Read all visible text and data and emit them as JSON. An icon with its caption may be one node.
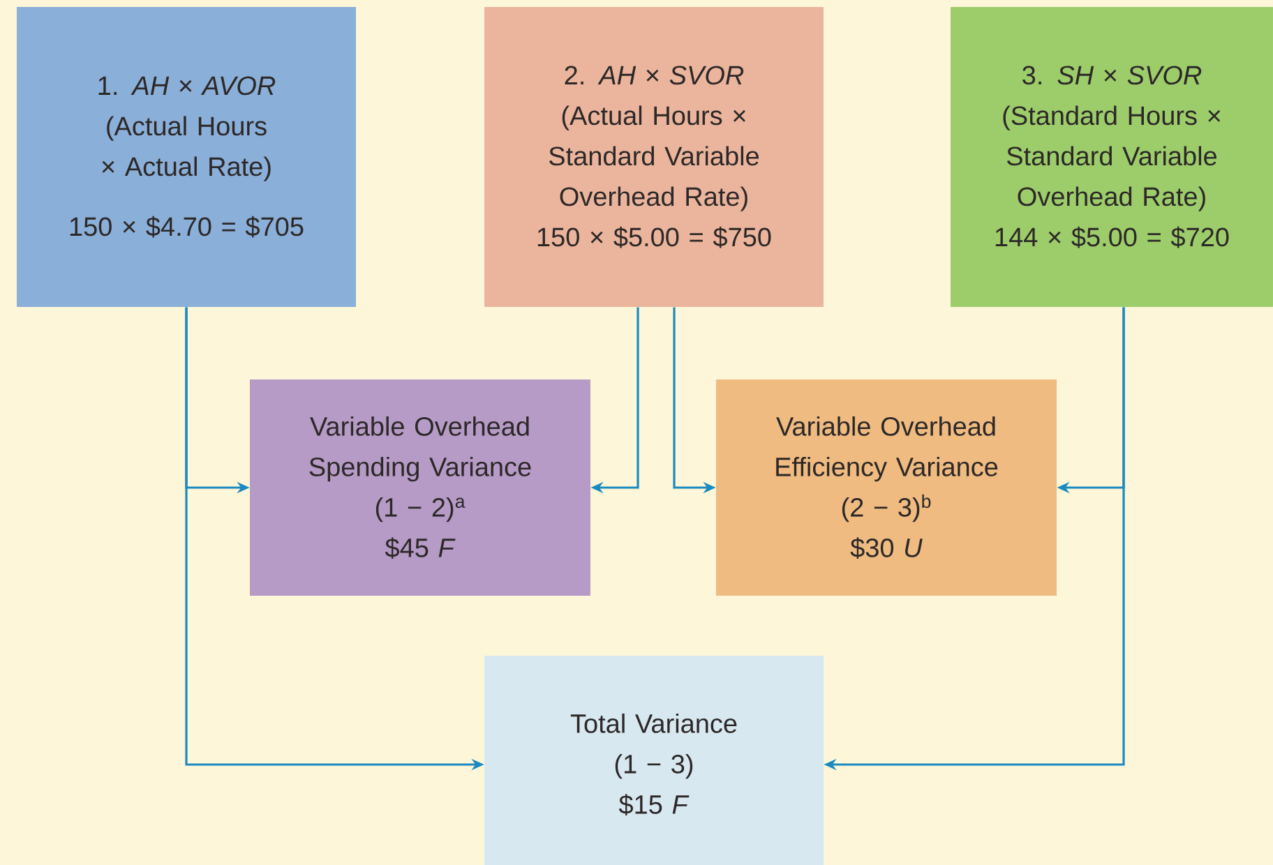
{
  "diagram": {
    "nodes": [
      {
        "text": [
          "1. *AH* × *AVOR*",
          "(Actual Hours × Actual Rate)",
          "150 × $4.70 = $705"
        ]
      },
      {
        "text": [
          "2. *AH* × *SVOR*",
          "(Actual Hours × Standard Variable Overhead Rate)",
          "150 × $5.00 = $750"
        ]
      },
      {
        "text": [
          "3. *SH* × *SVOR*",
          "(Standard Hours × Standard Variable Overhead Rate)",
          "144 × $5.00 = $720"
        ]
      },
      {
        "text": [
          "Variable Overhead Spending Variance",
          "(1 − 2)$^{a}$",
          "$45 *F*"
        ]
      },
      {
        "text": [
          "Variable Overhead Efficiency Variance",
          "(2 − 3)$^{b}$",
          "$30 *U*"
        ]
      },
      {
        "text": [
          "Total Variance",
          "(1 − 3)",
          "$15 *F*"
        ]
      }
    ],
    "edges": [
      {
        "from": 0,
        "to": 3,
        "arrow": "to"
      },
      {
        "from": 0,
        "to": 5,
        "arrow": "to"
      },
      {
        "from": 1,
        "to": 3,
        "arrow": "to"
      },
      {
        "from": 1,
        "to": 4,
        "arrow": "to"
      },
      {
        "from": 2,
        "to": 4,
        "arrow": "to"
      },
      {
        "from": 2,
        "to": 5,
        "arrow": "to"
      }
    ]
  }
}
